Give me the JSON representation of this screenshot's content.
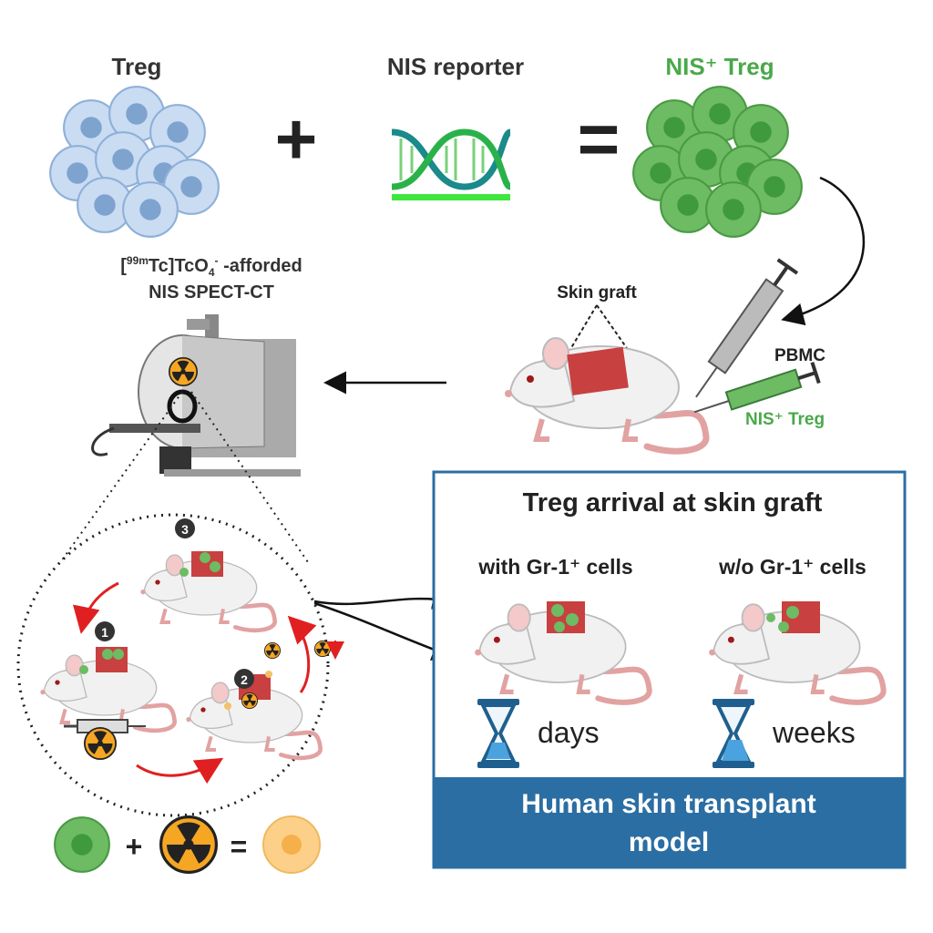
{
  "top": {
    "treg_label": "Treg",
    "plus": "+",
    "nis_reporter_label": "NIS reporter",
    "equals": "=",
    "nis_treg_label": "NIS⁺ Treg"
  },
  "spect": {
    "line1": {
      "open": "[",
      "isotope": "99m",
      "mid": "Tc]TcO",
      "sub": "4",
      "charge": "-",
      "end": " -afforded"
    },
    "line2": "NIS SPECT-CT"
  },
  "injection": {
    "skin_graft_label": "Skin graft",
    "pbmc_label": "PBMC",
    "nis_treg_label": "NIS⁺ Treg"
  },
  "cycle": {
    "steps": [
      "1",
      "2",
      "3"
    ]
  },
  "legend_equation": {
    "plus": "+",
    "equals": "="
  },
  "result_box": {
    "title": "Treg arrival at skin graft",
    "with_label": "with Gr-1⁺ cells",
    "without_label": "w/o Gr-1⁺ cells",
    "with_time": "days",
    "without_time": "weeks",
    "footer_line1": "Human skin transplant",
    "footer_line2": "model"
  },
  "colors": {
    "treg_blue": "#c9dcf2",
    "nis_green": "#6dbb63",
    "label_green": "#4aa84a",
    "box_blue": "#2b6ea3",
    "radio_orange": "#f5a623",
    "arrow_red": "#e02020"
  }
}
